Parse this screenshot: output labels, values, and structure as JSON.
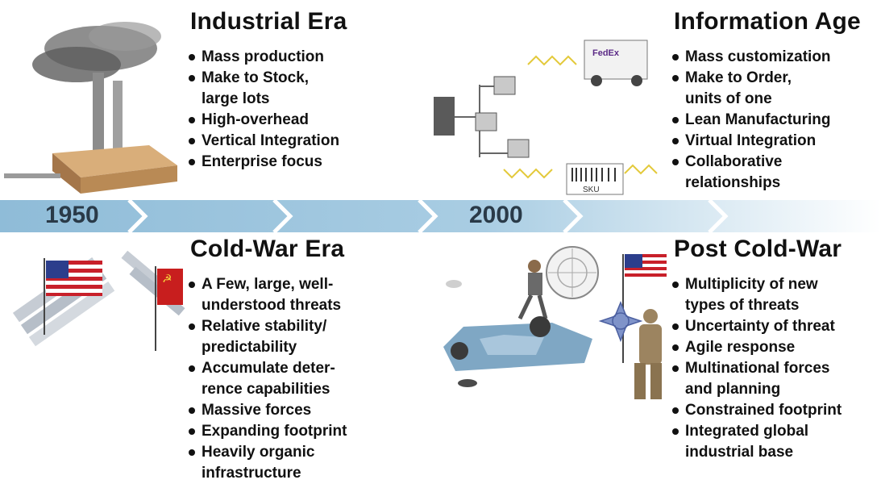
{
  "quadrants": {
    "industrial": {
      "title": "Industrial Era",
      "bullets": [
        "Mass production",
        "Make to Stock,\nlarge lots",
        "High-overhead",
        "Vertical Integration",
        "Enterprise focus"
      ]
    },
    "information": {
      "title": "Information Age",
      "bullets": [
        "Mass customization",
        "Make to Order,\nunits of one",
        "Lean Manufacturing",
        "Virtual Integration",
        "Collaborative\nrelationships"
      ]
    },
    "coldwar": {
      "title": "Cold-War Era",
      "bullets": [
        "A Few, large, well-\nunderstood threats",
        "Relative stability/\npredictability",
        "Accumulate deter-\nrence capabilities",
        "Massive forces",
        "Expanding footprint",
        "Heavily organic\ninfrastructure"
      ]
    },
    "postcoldwar": {
      "title": "Post Cold-War",
      "bullets": [
        "Multiplicity of new\ntypes of threats",
        "Uncertainty of threat",
        "Agile response",
        "Multinational forces\nand planning",
        "Constrained footprint",
        "Integrated global\nindustrial base"
      ]
    }
  },
  "timeline": {
    "year_start": "1950",
    "year_end": "2000",
    "colors": {
      "arrow_dark": "#8fbcd8",
      "arrow_light": "#dcebf5"
    }
  },
  "illustrations": {
    "truck_label": "FedEx",
    "barcode_label": "SKU"
  },
  "colors": {
    "flag_red": "#c8202a",
    "flag_blue": "#2c3e8c",
    "soviet_red": "#c81e1e",
    "smoke": "#6e6e6e",
    "factory": "#c99a63",
    "car": "#7fa7c4",
    "soldier": "#9c8460"
  }
}
